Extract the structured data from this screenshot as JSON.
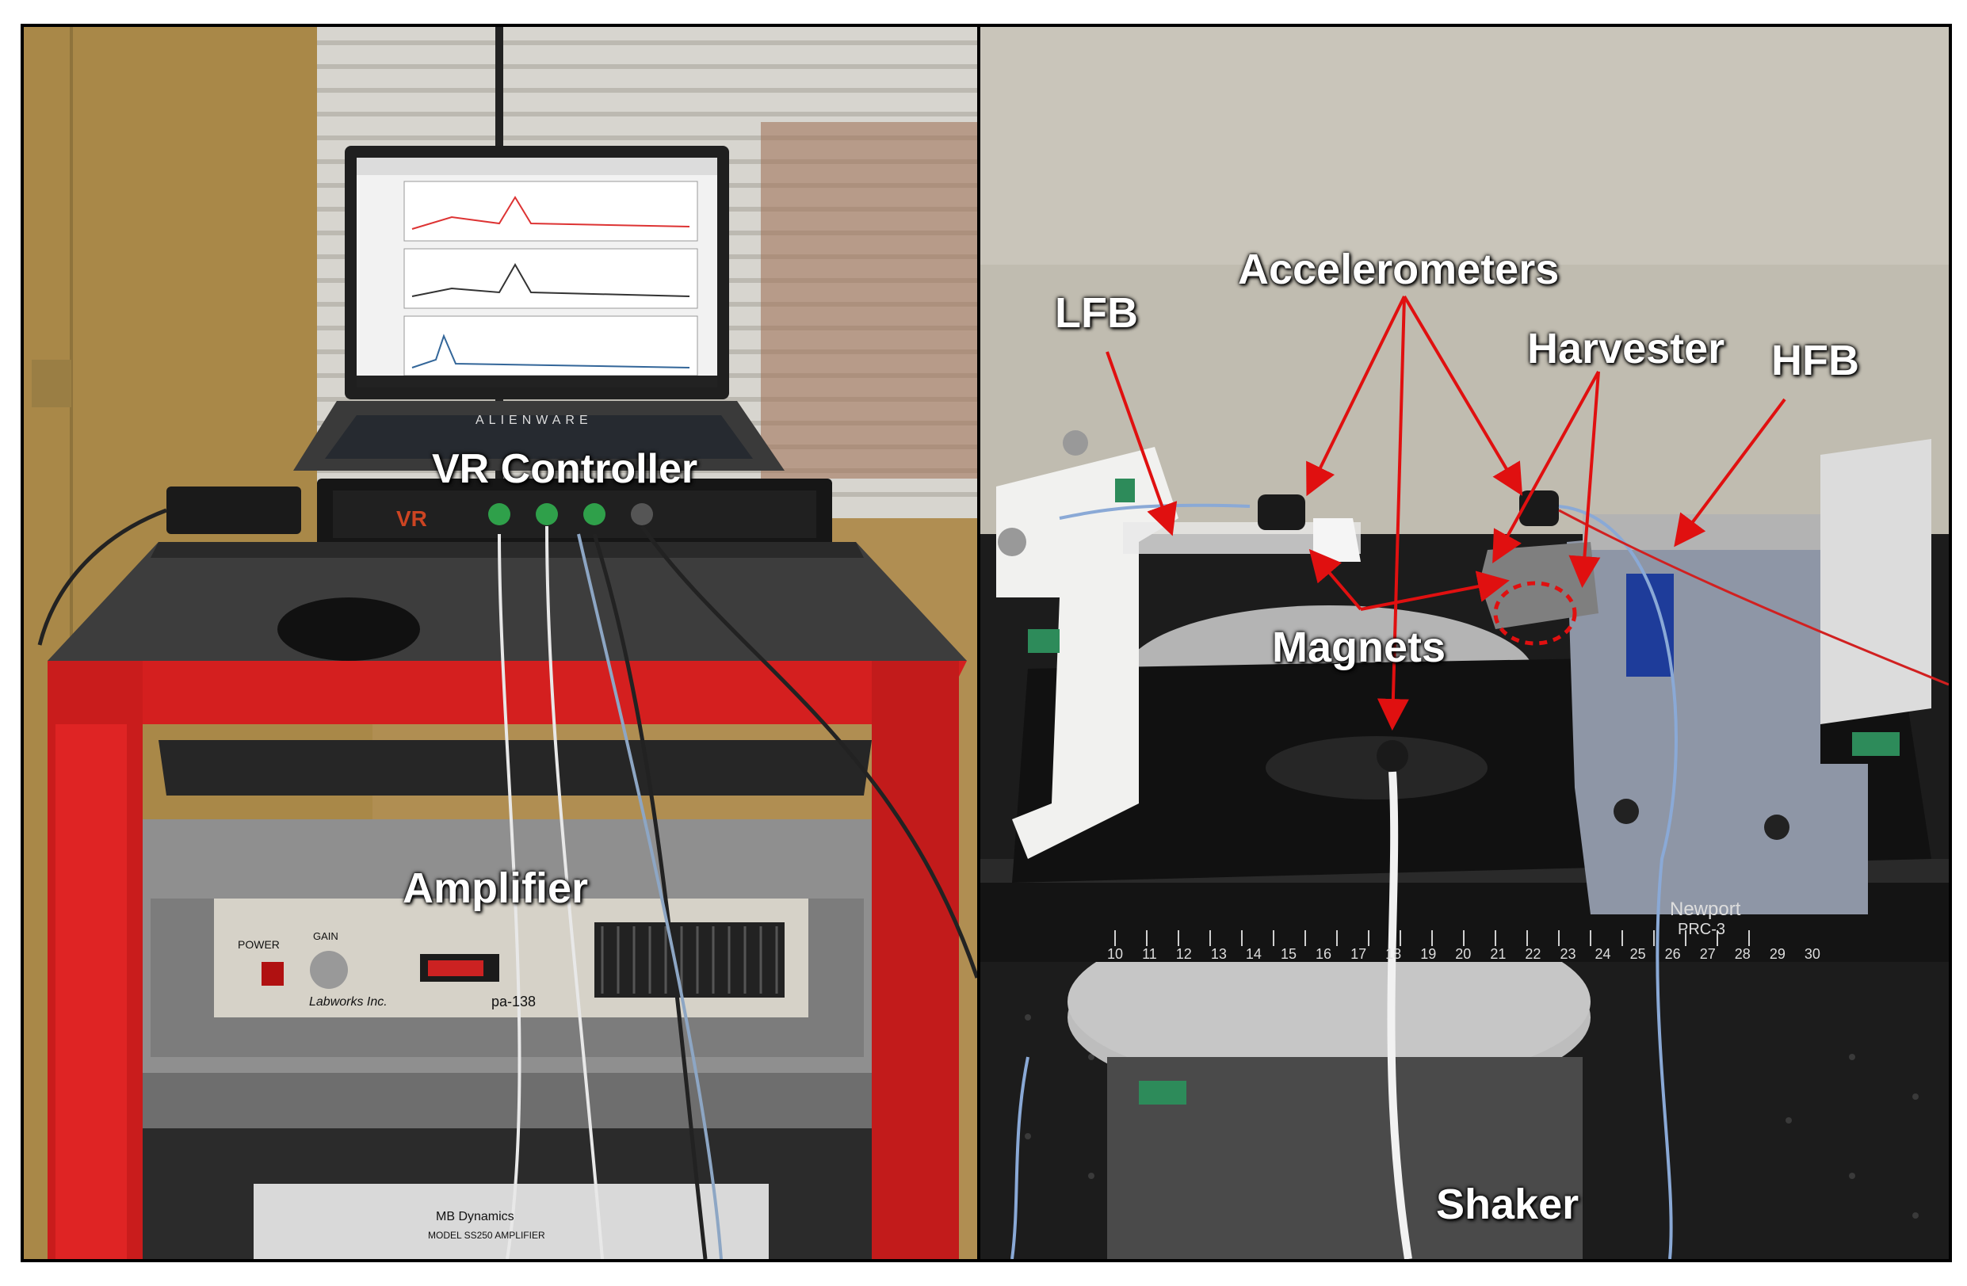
{
  "left_panel": {
    "labels": {
      "vr_controller": "VR Controller",
      "amplifier": "Amplifier"
    },
    "device_text": {
      "laptop_brand": "ALIENWARE",
      "amp_brand": "Labworks Inc.",
      "amp_model": "pa-138",
      "shaker_amp_brand": "MB Dynamics",
      "shaker_amp_model": "MODEL SS250 AMPLIFIER",
      "amp_power_label": "POWER",
      "amp_gain_label": "GAIN"
    }
  },
  "right_panel": {
    "labels": {
      "accelerometers": "Accelerometers",
      "lfb": "LFB",
      "harvester": "Harvester",
      "hfb": "HFB",
      "magnets": "Magnets",
      "shaker": "Shaker"
    },
    "device_text": {
      "rail_brand": "Newport",
      "rail_model": "PRC-3",
      "ruler_numbers": [
        "10",
        "11",
        "12",
        "13",
        "14",
        "15",
        "16",
        "17",
        "18",
        "19",
        "20",
        "21",
        "22",
        "23",
        "24",
        "25",
        "26",
        "27",
        "28",
        "29",
        "30"
      ]
    }
  },
  "colors": {
    "arrow": "#e01010",
    "cart": "#d41f1f",
    "label_text": "#ffffff"
  }
}
